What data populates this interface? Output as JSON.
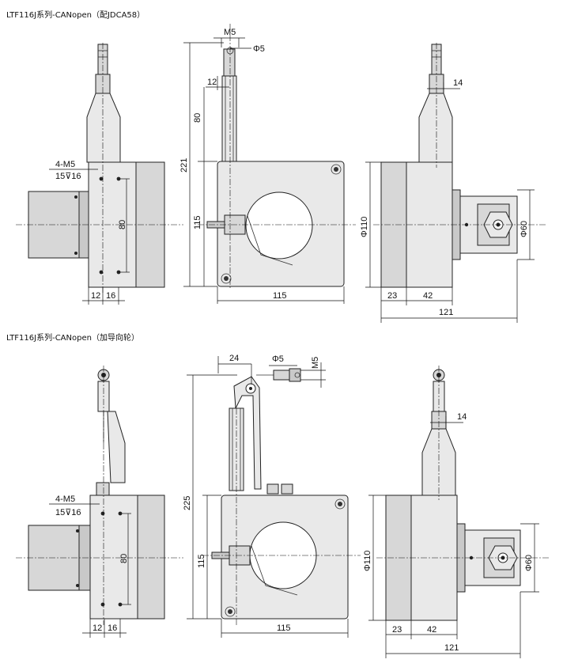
{
  "sections": [
    {
      "title": "LTF116J系列-CANopen（配JDCA58）",
      "dims": {
        "m5": "M5",
        "phi5": "Φ5",
        "d12a": "12",
        "d80v": "80",
        "d221": "221",
        "d115v": "115",
        "m5_4": "4-M5",
        "depth": "15⊽16",
        "d80s": "80",
        "d12b": "12",
        "d16": "16",
        "d115h": "115",
        "d14": "14",
        "phi110": "Φ110",
        "phi60": "Φ60",
        "d23": "23",
        "d42": "42",
        "d121": "121"
      }
    },
    {
      "title": "LTF116J系列-CANopen（加导向轮）",
      "dims": {
        "d24": "24",
        "phi5": "Φ5",
        "m5": "M5",
        "d225": "225",
        "d115v": "115",
        "m5_4": "4-M5",
        "depth": "15⊽16",
        "d80s": "80",
        "d12b": "12",
        "d16": "16",
        "d115h": "115",
        "d14": "14",
        "phi110": "Φ110",
        "phi60": "Φ60",
        "d23": "23",
        "d42": "42",
        "d121": "121"
      }
    }
  ]
}
